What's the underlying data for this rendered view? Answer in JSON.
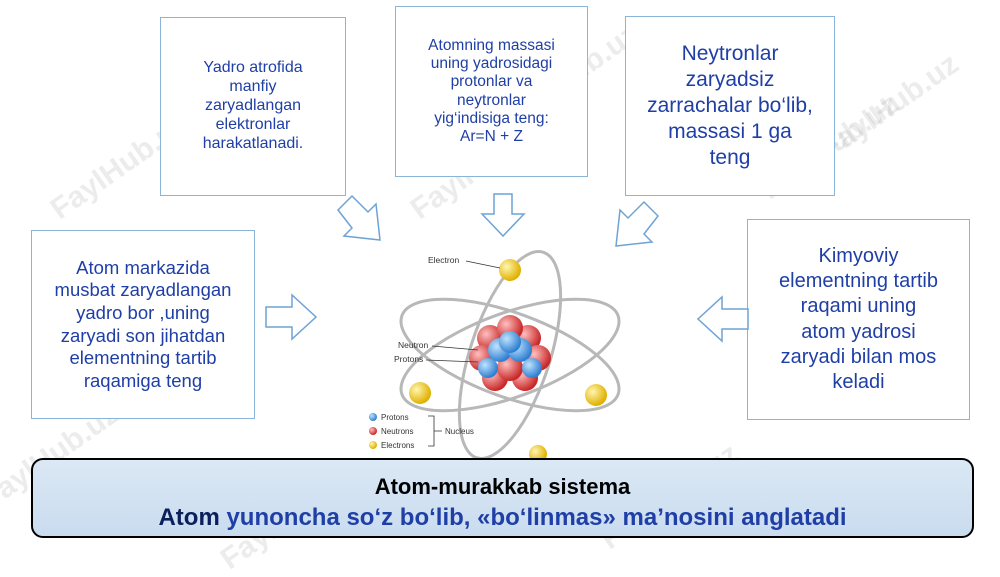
{
  "boxes": {
    "top_left": "Yadro atrofida\nmanfiy\nzaryadlangan\nelektronlar\nharakatlanadi.",
    "top_center": "Atomning massasi\nuning yadrosidagi\nprotonlar va\nneytronlar\nyig‘indisiga teng:\nAr=N + Z",
    "top_right": "Neytronlar\nzaryadsiz\nzarrachalar bo‘lib,\nmassasi 1 ga\nteng",
    "left": "Atom markazida\nmusbat zaryadlangan\nyadro bor ,uning\nzaryadi son jihatdan\nelementning tartib\nraqamiga teng",
    "right": "Kimyoviy\nelementning tartib\nraqami uning\natom yadrosi\nzaryadi bilan mos\nkeladi"
  },
  "diagram": {
    "label_electron": "Electron",
    "label_neutron": "Neutron",
    "label_protons": "Protons",
    "legend": {
      "protons": "Protons",
      "neutrons": "Neutrons",
      "electrons": "Electrons",
      "group": "Nucleus"
    },
    "colors": {
      "proton": "#3d8fd9",
      "neutron": "#d93a3a",
      "electron": "#f2c200"
    }
  },
  "banner": {
    "line1": "Atom-murakkab  sistema",
    "line2_prefix": "Atom",
    "line2_rest": " yunoncha so‘z bo‘lib, «bo‘linmas» ma’nosini anglatadi"
  },
  "watermark": "FaylHub.uz"
}
